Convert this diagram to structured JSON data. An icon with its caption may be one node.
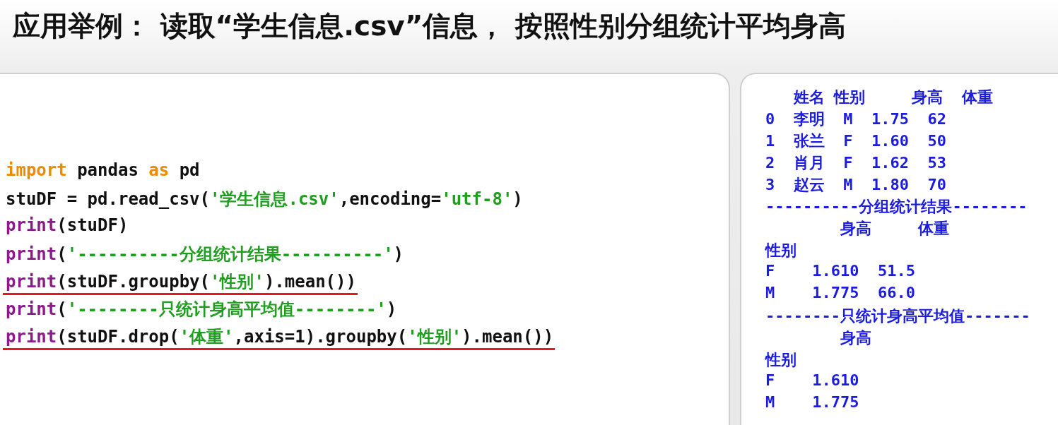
{
  "diagram": {
    "title": "应用举例： 读取“学生信息.csv”信息， 按照性别分组统计平均身高",
    "nodes": [
      {
        "text": [
          "import pandas as pd",
          "stuDF = pd.read_csv('学生信息.csv',encoding='utf-8')",
          "print(stuDF)",
          "print('----------分组统计结果----------')",
          "print(stuDF.groupby('性别').mean())",
          "print('--------只统计身高平均值--------')",
          "print(stuDF.drop('体重',axis=1).groupby('性别').mean())"
        ]
      },
      {
        "text": [
          "   姓名 性别     身高  体重",
          "0  李明  M  1.75  62",
          "1  张兰  F  1.60  50",
          "2  肖月  F  1.62  53",
          "3  赵云  M  1.80  70",
          "----------分组统计结果--------",
          "        身高     体重",
          "性别",
          "F    1.610  51.5",
          "M    1.775  66.0",
          "--------只统计身高平均值-------",
          "        身高",
          "性别",
          "F    1.610",
          "M    1.775"
        ]
      }
    ]
  }
}
